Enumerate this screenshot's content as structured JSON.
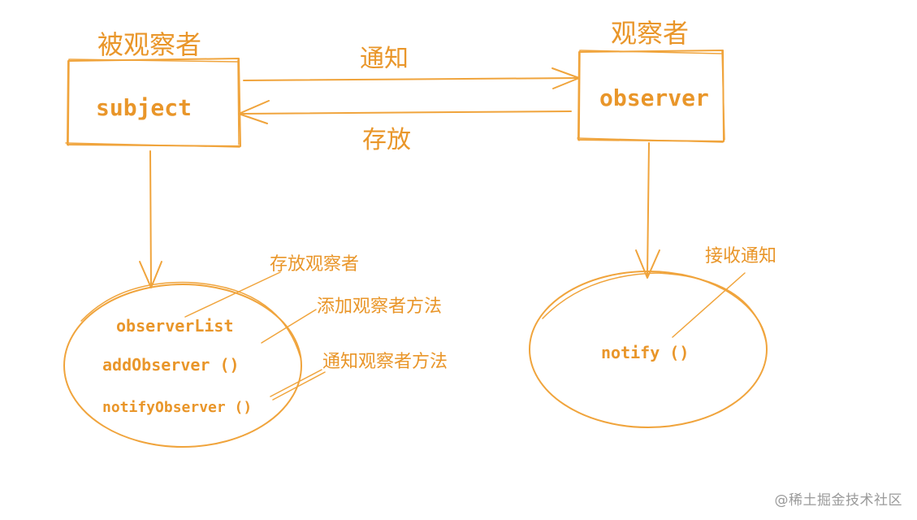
{
  "colors": {
    "stroke": "#F0A43C",
    "text": "#E9962A",
    "watermark": "#9A9A9A"
  },
  "subject_box": {
    "title": "被观察者",
    "label": "subject"
  },
  "observer_box": {
    "title": "观察者",
    "label": "observer"
  },
  "arrows": {
    "notify_label": "通知",
    "store_label": "存放"
  },
  "subject_ellipse": {
    "members": [
      "observerList",
      "addObserver ()",
      "notifyObserver ()"
    ],
    "annotations": [
      "存放观察者",
      "添加观察者方法",
      "通知观察者方法"
    ]
  },
  "observer_ellipse": {
    "member": "notify ()",
    "annotation": "接收通知"
  },
  "watermark": "@稀土掘金技术社区"
}
